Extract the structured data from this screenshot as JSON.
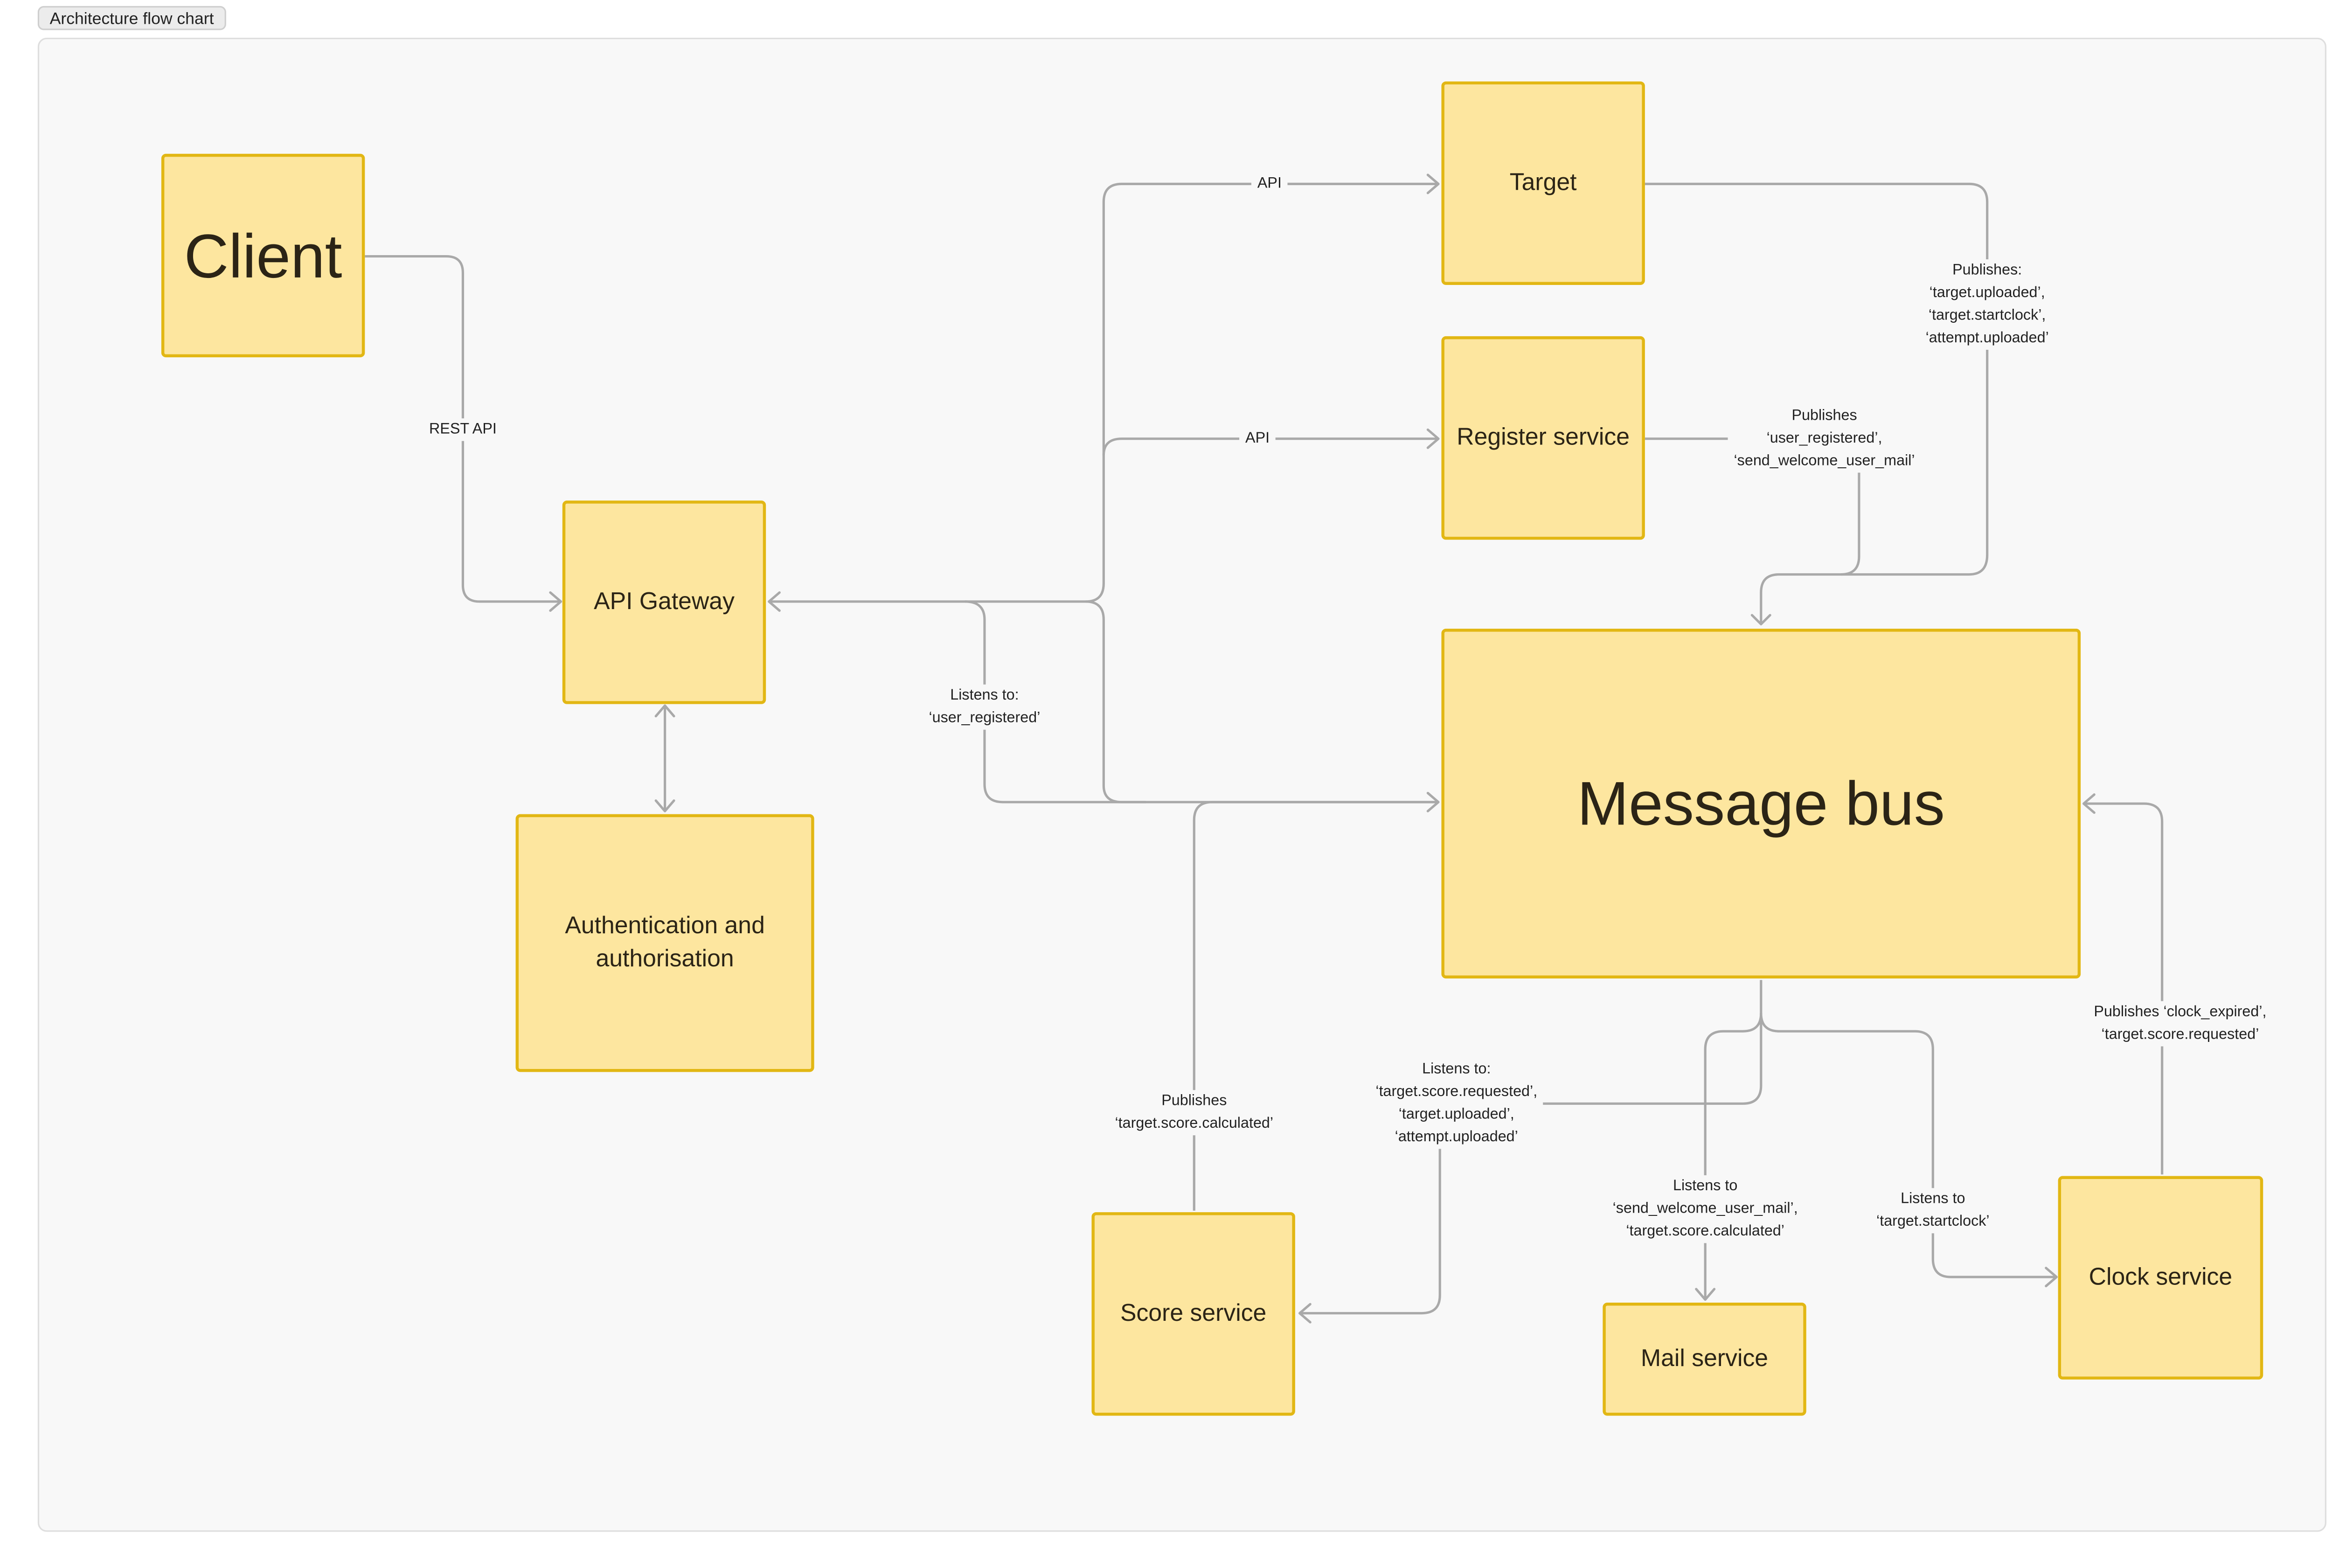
{
  "frame_title": "Architecture flow chart",
  "colors": {
    "node_fill": "#fde69f",
    "node_border": "#e2b714",
    "connector": "#a9a9a9",
    "canvas": "#f8f8f8"
  },
  "nodes": {
    "client": "Client",
    "api_gateway": "API Gateway",
    "auth": "Authentication and\nauthorisation",
    "target": "Target",
    "register_service": "Register service",
    "message_bus": "Message bus",
    "score_service": "Score service",
    "mail_service": "Mail service",
    "clock_service": "Clock service"
  },
  "edge_labels": {
    "rest_api": "REST API",
    "api_target": "API",
    "api_register": "API",
    "target_publishes": "Publishes:\n‘target.uploaded’,\n‘target.startclock’,\n‘attempt.uploaded’",
    "register_publishes": "Publishes\n‘user_registered’,\n‘send_welcome_user_mail’",
    "gateway_listens": "Listens to:\n‘user_registered’",
    "score_publishes": "Publishes\n‘target.score.calculated’",
    "score_listens": "Listens to:\n‘target.score.requested’,\n‘target.uploaded’,\n‘attempt.uploaded’",
    "mail_listens": "Listens to\n‘send_welcome_user_mail’,\n‘target.score.calculated’",
    "clock_listens": "Listens to\n‘target.startclock’",
    "clock_publishes": "Publishes ‘clock_expired’,\n‘target.score.requested’"
  }
}
